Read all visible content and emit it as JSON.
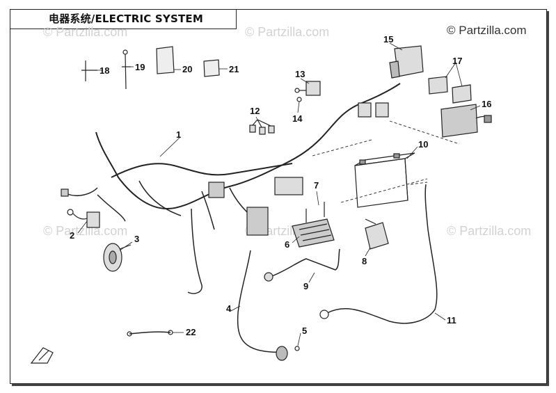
{
  "header": {
    "title": "电器系统/ELECTRIC SYSTEM"
  },
  "watermark": {
    "text": "© Partzilla.com"
  },
  "callouts": [
    "1",
    "2",
    "3",
    "4",
    "5",
    "6",
    "7",
    "8",
    "9",
    "10",
    "11",
    "12",
    "13",
    "14",
    "15",
    "16",
    "17",
    "18",
    "19",
    "20",
    "21",
    "22"
  ]
}
